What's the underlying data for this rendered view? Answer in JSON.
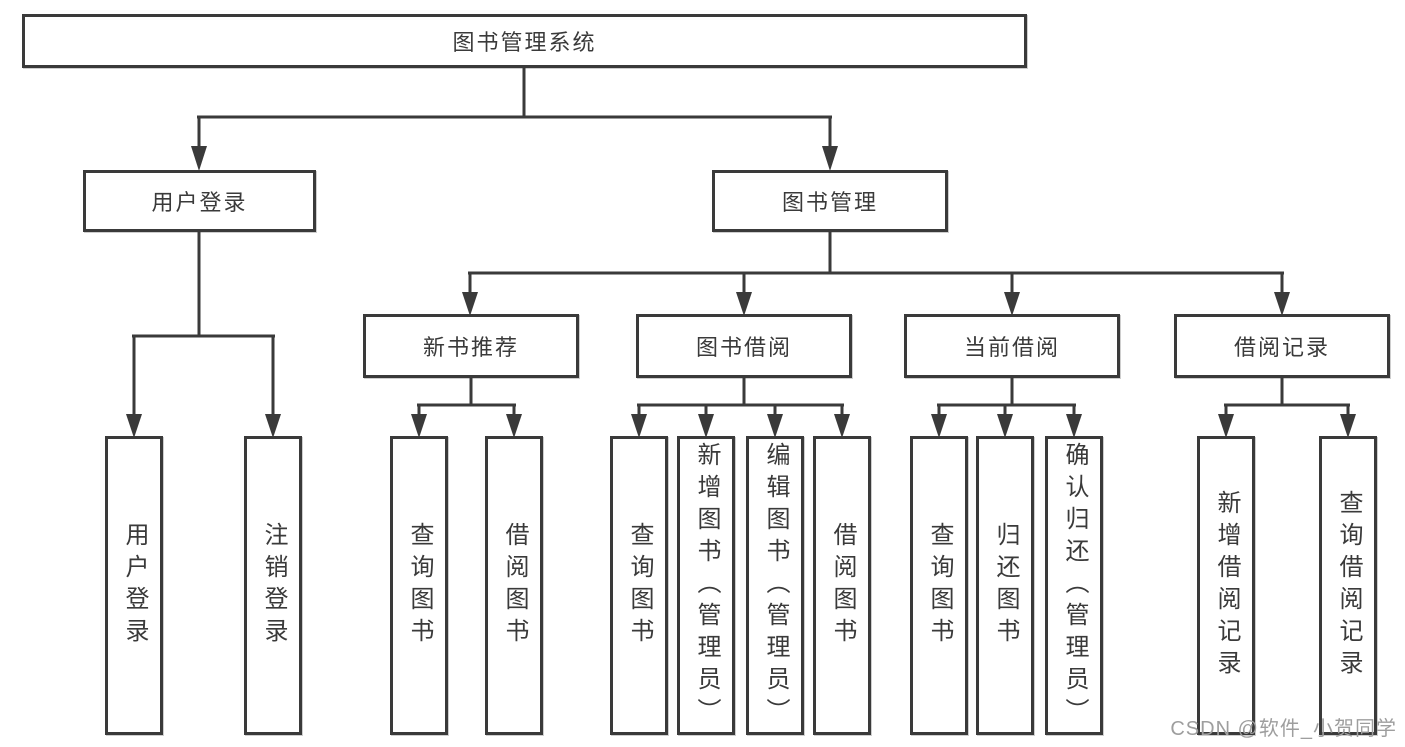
{
  "diagram": {
    "title": "图书管理系统",
    "level2": [
      {
        "label": "用户登录"
      },
      {
        "label": "图书管理"
      }
    ],
    "level3": [
      {
        "label": "新书推荐"
      },
      {
        "label": "图书借阅"
      },
      {
        "label": "当前借阅"
      },
      {
        "label": "借阅记录"
      }
    ],
    "leaves": {
      "user_login": [
        "用户登录",
        "注销登录"
      ],
      "new_book": [
        "查询图书",
        "借阅图书"
      ],
      "book_borrow": [
        "查询图书",
        "新增图书（管理员）",
        "编辑图书（管理员）",
        "借阅图书"
      ],
      "current_borrow": [
        "查询图书",
        "归还图书",
        "确认归还（管理员）"
      ],
      "borrow_record": [
        "新增借阅记录",
        "查询借阅记录"
      ]
    }
  },
  "watermark": "CSDN @软件_小贺同学",
  "colors": {
    "line": "#3a3a3a",
    "text": "#3a3a3a",
    "watermark": "#9e9e9e",
    "background": "#ffffff"
  }
}
